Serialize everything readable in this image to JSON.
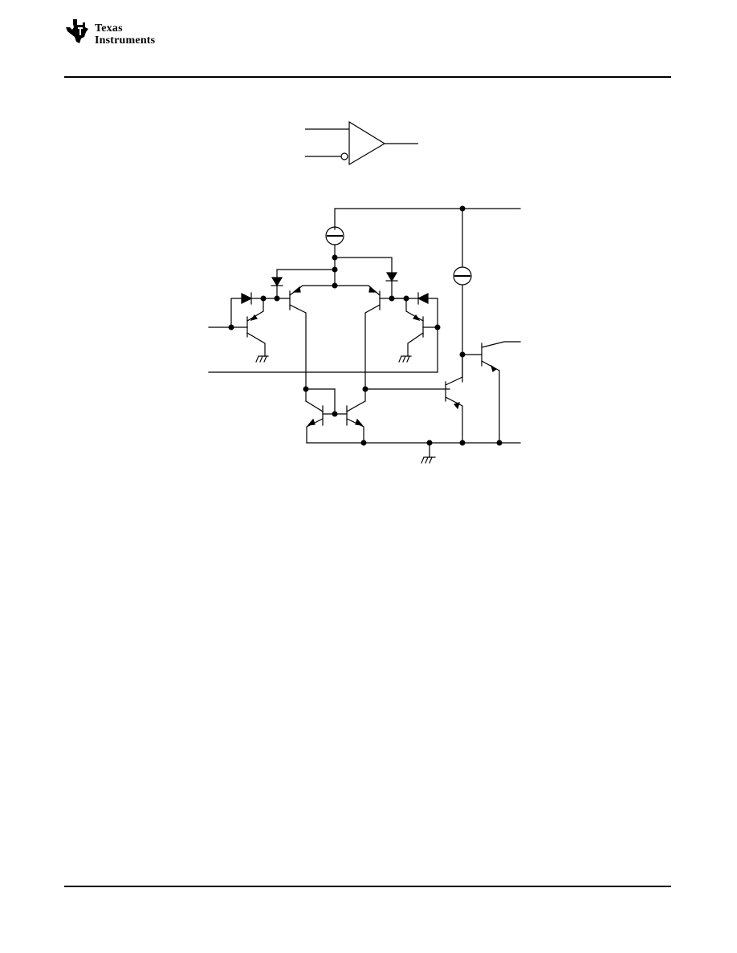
{
  "header": {
    "logo_line1": "Texas",
    "logo_line2": "Instruments",
    "logo_icon": "ti-state-logo-icon"
  },
  "figures": {
    "symbol": {
      "kind": "comparator-symbol",
      "inputs": [
        "non-inverting-input",
        "inverting-input"
      ]
    },
    "schematic": {
      "kind": "comparator-internal-schematic"
    }
  }
}
